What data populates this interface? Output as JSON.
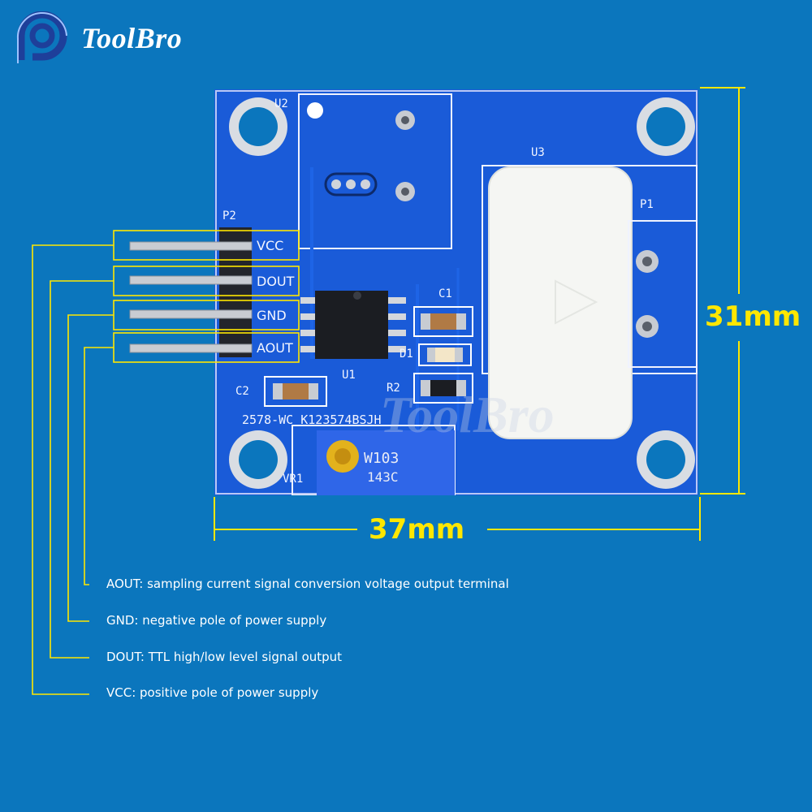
{
  "brand": {
    "name": "ToolBro",
    "watermark": "ToolBro"
  },
  "pcb_labels": {
    "u2": "U2",
    "u3": "U3",
    "p1": "P1",
    "p2": "P2",
    "u1": "U1",
    "c1": "C1",
    "c2": "C2",
    "d1": "D1",
    "r2": "R2",
    "vr1": "VR1",
    "serial": "2578-WC K123574BSJH",
    "pot_line1": "W103",
    "pot_line2": "143C"
  },
  "pins": [
    {
      "label": "VCC",
      "description": "VCC: positive pole of power supply"
    },
    {
      "label": "DOUT",
      "description": "DOUT: TTL high/low level signal output"
    },
    {
      "label": "GND",
      "description": "GND: negative pole of power supply"
    },
    {
      "label": "AOUT",
      "description": "AOUT: sampling current signal conversion voltage output terminal"
    }
  ],
  "dimensions": {
    "height": "31mm",
    "width": "37mm"
  },
  "colors": {
    "background": "#0b76bd",
    "pcb": "#1a5bd8",
    "dimension_line": "#ffe700"
  }
}
